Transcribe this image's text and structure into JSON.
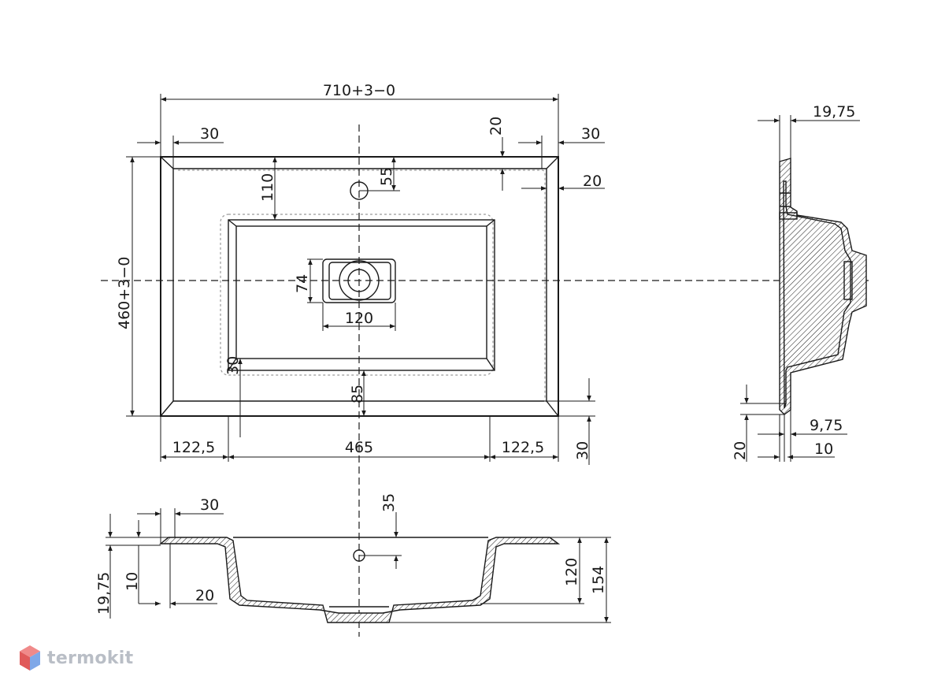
{
  "dimensions": {
    "top_view": {
      "overall_width": "710+3−0",
      "overall_depth": "460+3−0",
      "rim_left": "30",
      "rim_right": "30",
      "rim_step_top": "20",
      "rim_step_right": "20",
      "tap_hole_offset": "55",
      "bowl_offset_top": "110",
      "drain_depth": "74",
      "drain_width": "120",
      "bowl_corner": "30",
      "bowl_offset_bottom": "85",
      "side_left": "122,5",
      "bowl_width": "465",
      "side_right": "122,5",
      "front_rim": "30"
    },
    "side_section": {
      "top_thickness": "19,75",
      "flange_thickness": "9,75",
      "bottom_step": "20",
      "bottom_edge": "10"
    },
    "front_section": {
      "rim_width": "30",
      "tap_hole": "35",
      "total_thickness": "19,75",
      "edge_thickness": "10",
      "inner_offset": "20",
      "bowl_depth": "120",
      "total_height": "154"
    }
  },
  "watermark": {
    "text": "termokit",
    "icon": "hexagon-logo-icon",
    "colors": {
      "top": "#f08a8a",
      "left": "#e05a5a",
      "right": "#7fa8e8"
    }
  }
}
